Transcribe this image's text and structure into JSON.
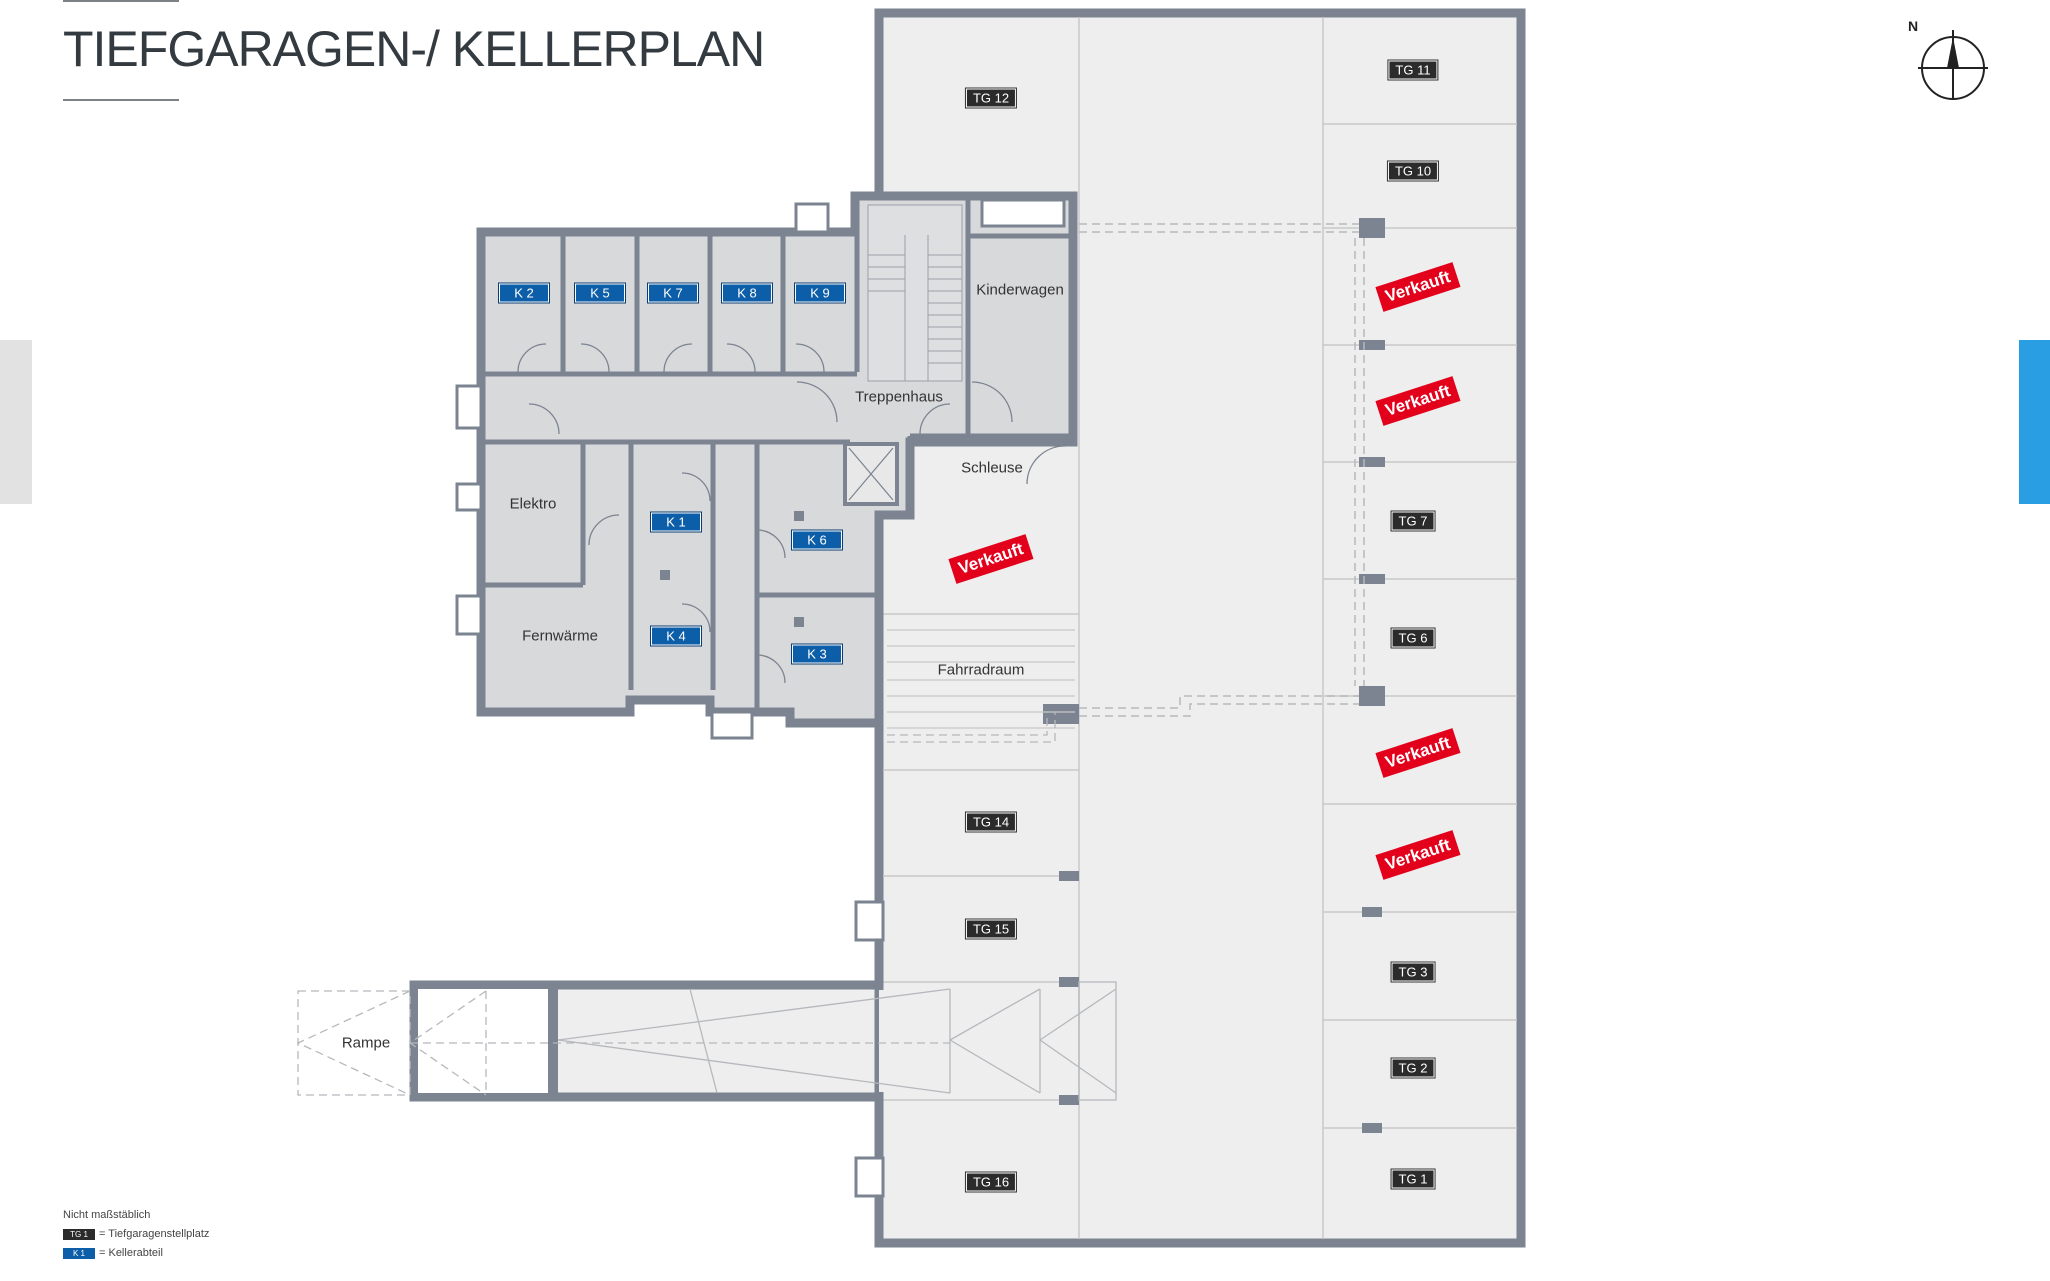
{
  "title": "TIEFGARAGEN-/ KELLERPLAN",
  "north_label": "N",
  "legend": {
    "note": "Nicht maßstäblich",
    "items": [
      {
        "chip": "TG 1",
        "text": "= Tiefgaragenstellplatz"
      },
      {
        "chip": "K 1",
        "text": "= Kellerabteil"
      }
    ]
  },
  "colors": {
    "wall": "#7b8490",
    "floor": "#d8d9db",
    "garage_floor": "#eeeeee",
    "tg_badge": "#2b2b2b",
    "k_badge": "#0d5ea8",
    "sold": "#e3001b",
    "accent_tab": "#2a9ee3"
  },
  "sold_label": "Verkauft",
  "rooms": {
    "kinderwagen": "Kinderwagen",
    "treppenhaus": "Treppenhaus",
    "schleuse": "Schleuse",
    "elektro": "Elektro",
    "fernwaerme": "Fernwärme",
    "fahrradraum": "Fahrradraum",
    "rampe": "Rampe"
  },
  "cellars": [
    "K 2",
    "K 5",
    "K 7",
    "K 8",
    "K 9",
    "K 1",
    "K 6",
    "K 4",
    "K 3"
  ],
  "garages": [
    "TG 11",
    "TG 12",
    "TG 10",
    "TG 7",
    "TG 6",
    "TG 14",
    "TG 15",
    "TG 3",
    "TG 2",
    "TG 16",
    "TG 1"
  ]
}
